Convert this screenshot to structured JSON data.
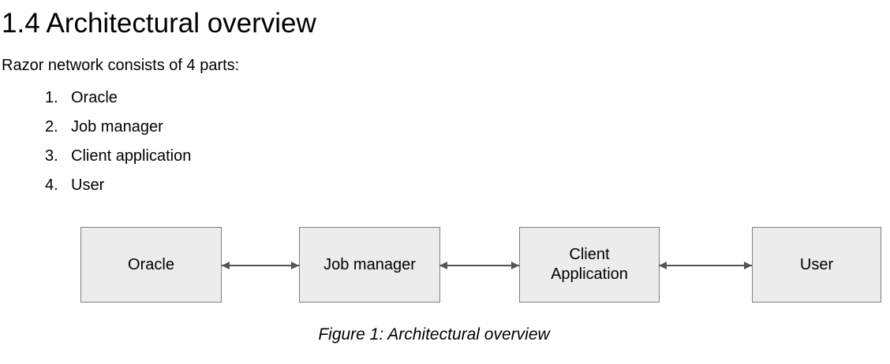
{
  "page": {
    "heading": "1.4 Architectural overview",
    "intro": "Razor network consists of 4 parts:",
    "list": [
      {
        "num": "1.",
        "label": "Oracle"
      },
      {
        "num": "2.",
        "label": "Job manager"
      },
      {
        "num": "3.",
        "label": "Client application"
      },
      {
        "num": "4.",
        "label": "User"
      }
    ]
  },
  "diagram": {
    "nodes": [
      {
        "label": "Oracle"
      },
      {
        "label": "Job manager"
      },
      {
        "label": "Client\nApplication"
      },
      {
        "label": "User"
      }
    ],
    "connections": [
      {
        "from": "Oracle",
        "to": "Job manager",
        "type": "bidirectional"
      },
      {
        "from": "Job manager",
        "to": "Client Application",
        "type": "bidirectional"
      },
      {
        "from": "Client Application",
        "to": "User",
        "type": "bidirectional"
      }
    ],
    "caption": "Figure 1: Architectural overview"
  },
  "theme": {
    "box_fill": "#ececec",
    "box_border": "#7f7f7f",
    "arrow_color": "#555555",
    "text_color": "#000000",
    "page_bg": "#ffffff"
  }
}
